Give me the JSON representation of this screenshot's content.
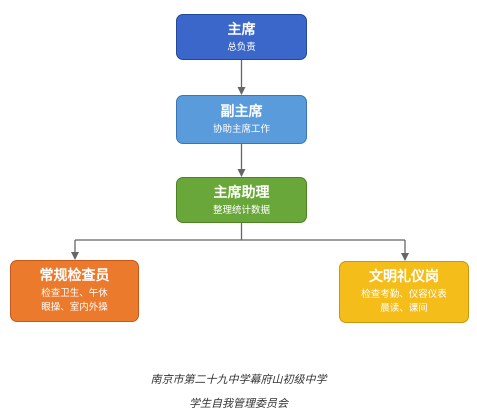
{
  "nodes": {
    "chairman": {
      "title": "主席",
      "sub": "总负责",
      "color": "#3a67c9"
    },
    "vice": {
      "title": "副主席",
      "sub": "协助主席工作",
      "color": "#5a9bdc"
    },
    "assistant": {
      "title": "主席助理",
      "sub": "整理统计数据",
      "color": "#6aa73a"
    },
    "routine": {
      "title": "常规检查员",
      "sub_line1": "检查卫生、午休",
      "sub_line2": "眼操、室内外操",
      "color": "#ec7a2d"
    },
    "etiquette": {
      "title": "文明礼仪岗",
      "sub_line1": "检查考勤、仪容仪表",
      "sub_line2": "晨读、课间",
      "color": "#f5bd1a"
    }
  },
  "connector_color": "#666666",
  "caption": {
    "line1": "南京市第二十九中学幕府山初级中学",
    "line2": "学生自我管理委员会"
  }
}
